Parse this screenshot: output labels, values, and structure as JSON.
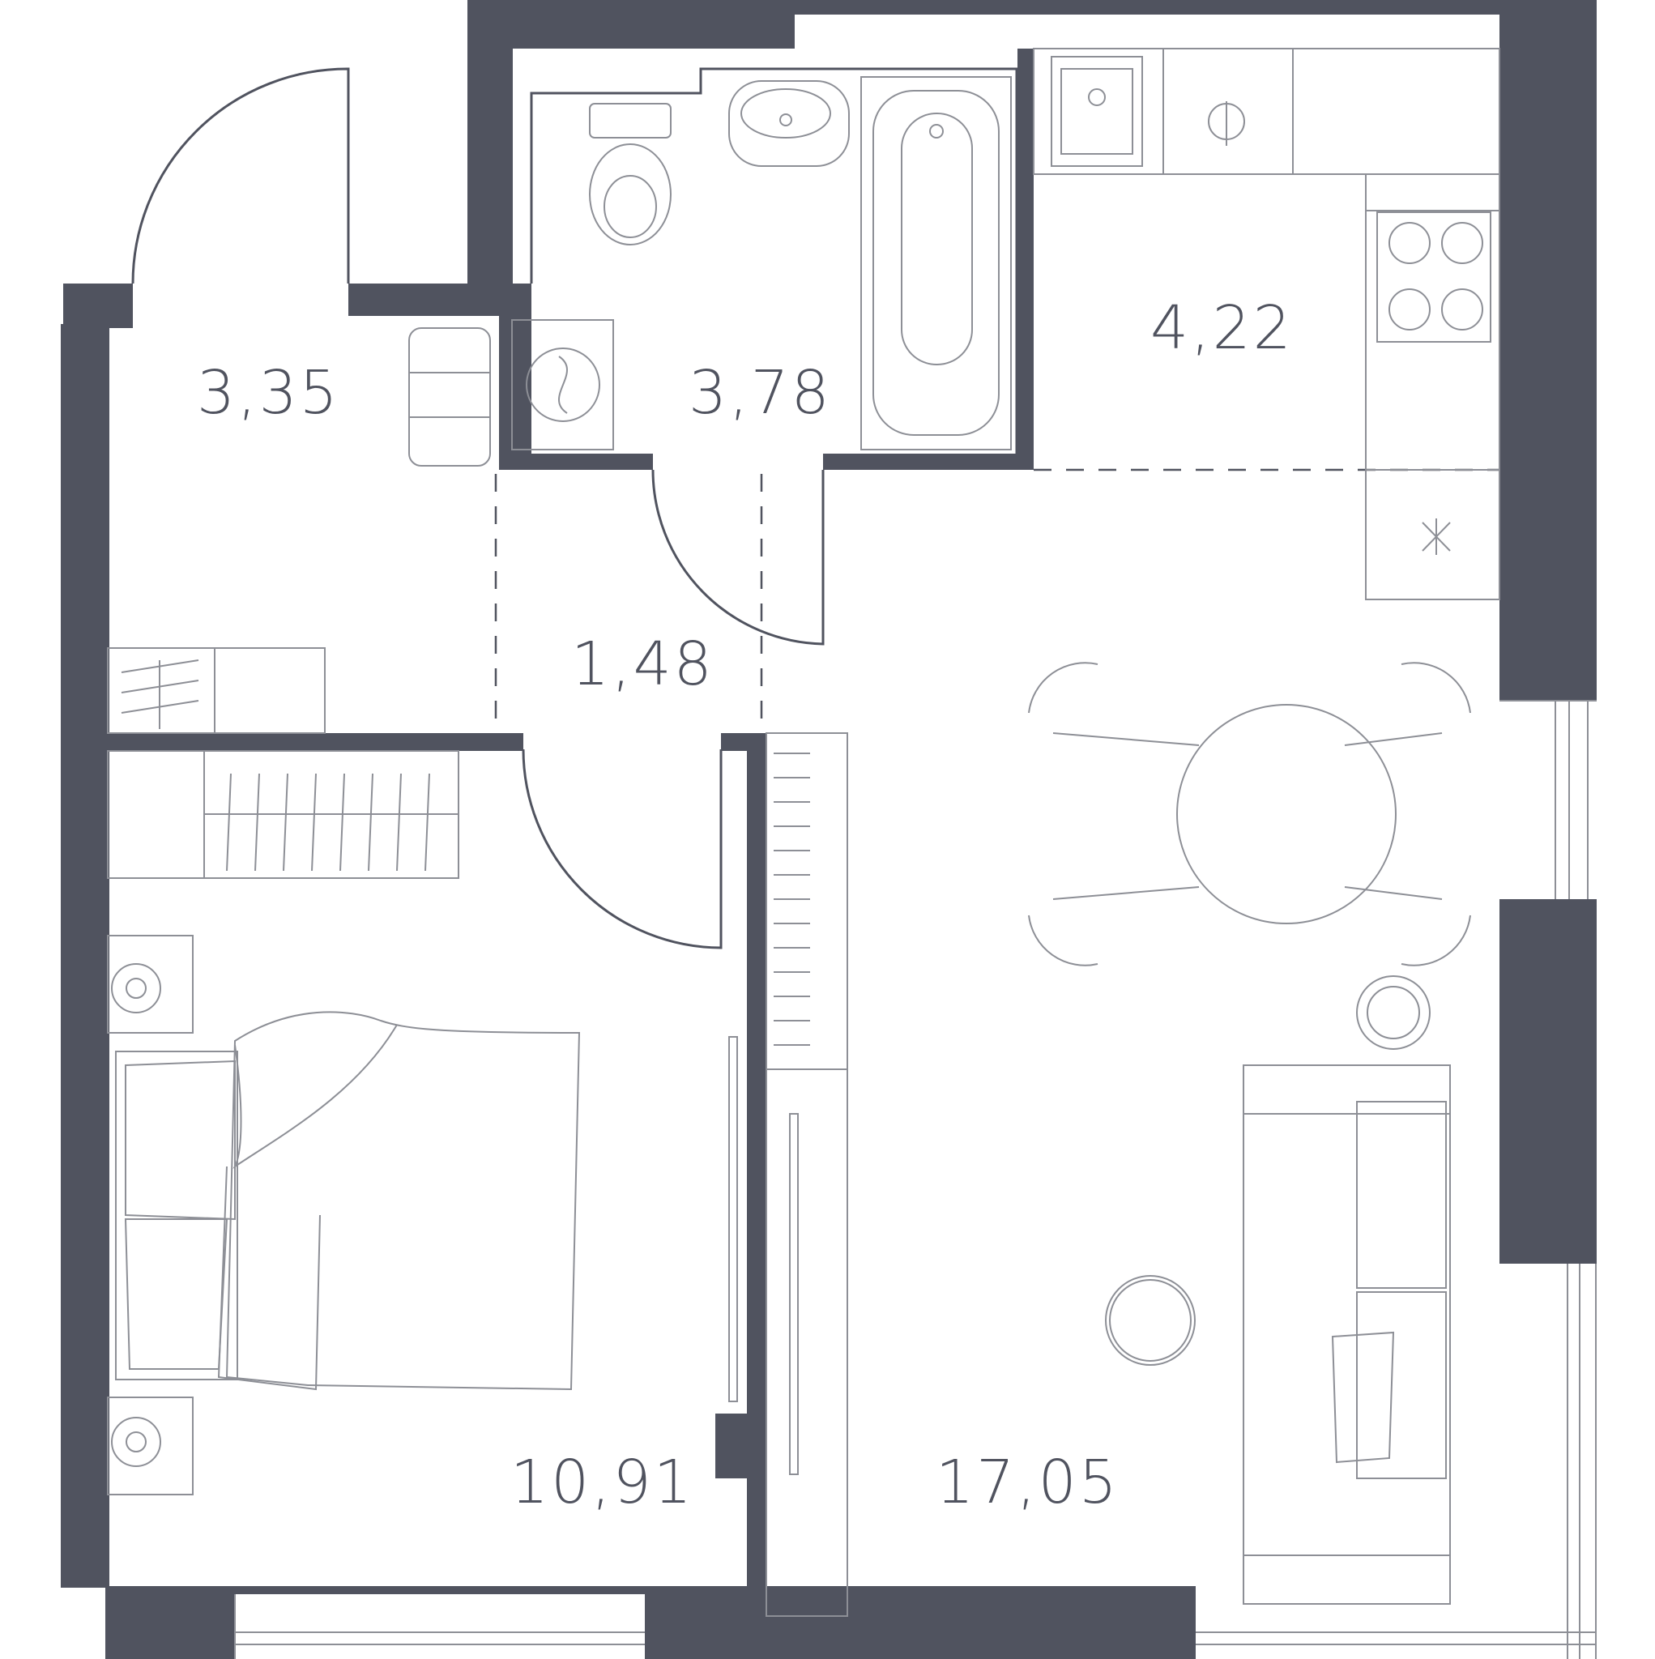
{
  "colors": {
    "wall": "#50535f",
    "line": "#8d8f96",
    "background": "#ffffff"
  },
  "rooms": [
    {
      "id": "hall",
      "area": "3,35"
    },
    {
      "id": "bathroom",
      "area": "3,78"
    },
    {
      "id": "kitchen",
      "area": "4,22"
    },
    {
      "id": "corridor",
      "area": "1,48"
    },
    {
      "id": "bedroom",
      "area": "10,91"
    },
    {
      "id": "living",
      "area": "17,05"
    }
  ]
}
